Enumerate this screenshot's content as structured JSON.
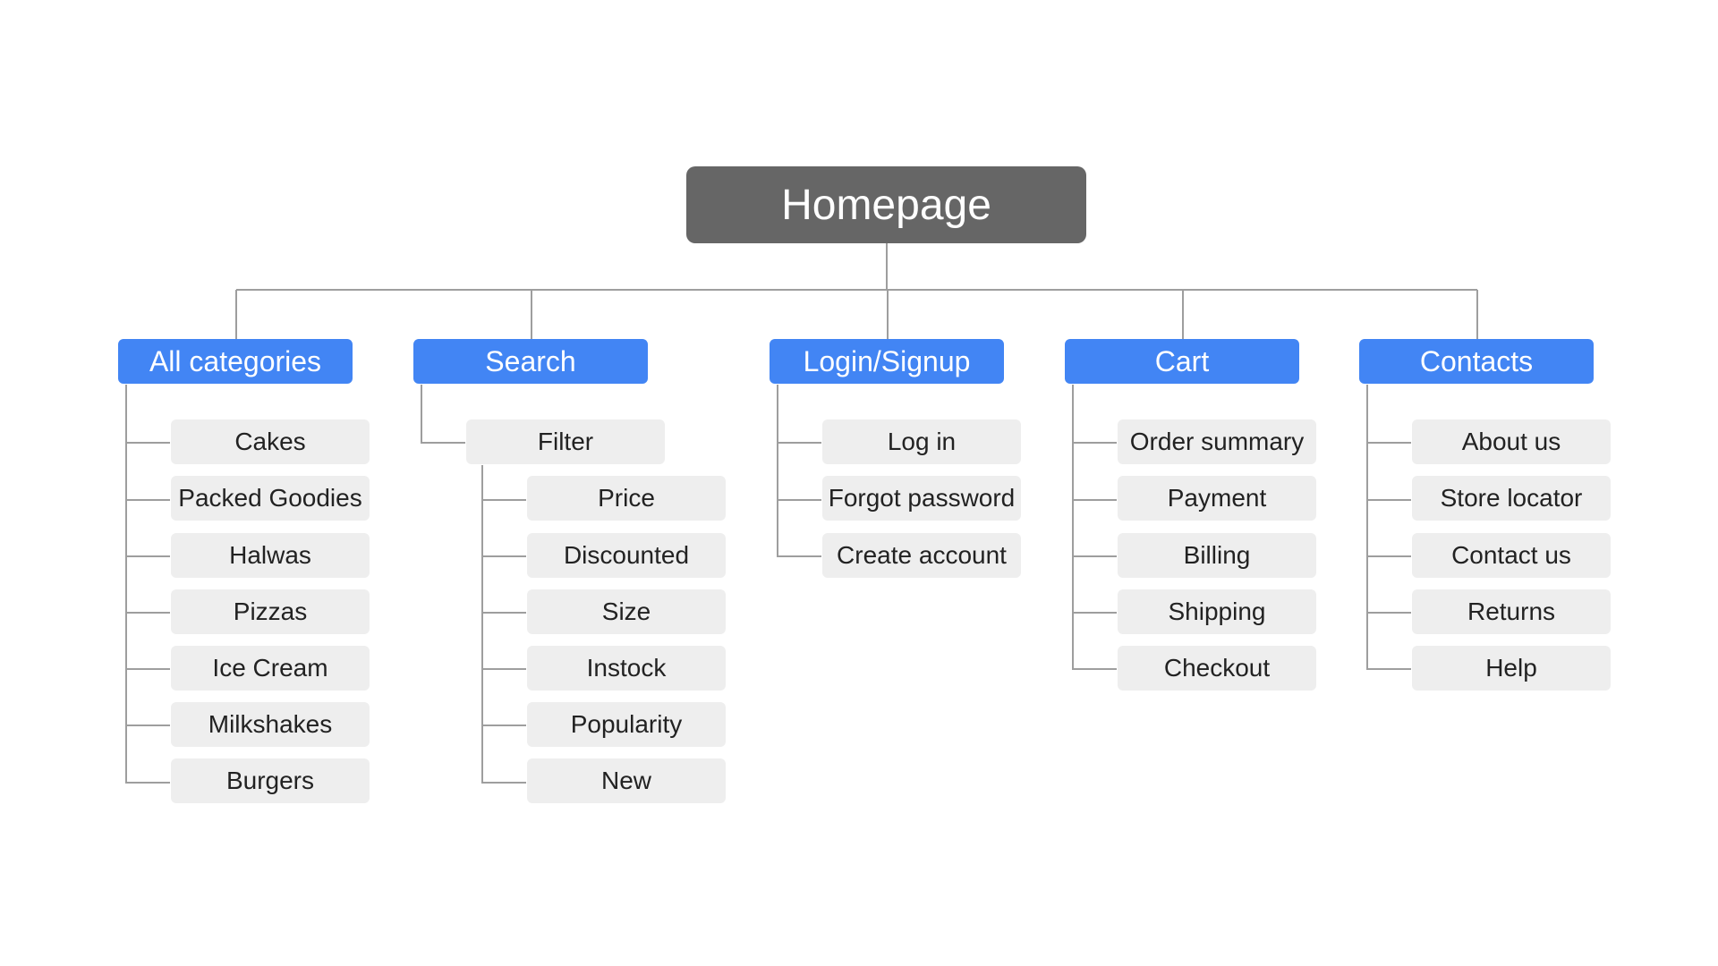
{
  "root": {
    "label": "Homepage"
  },
  "sections": [
    {
      "key": "all-categories",
      "label": "All categories",
      "items": [
        {
          "label": "Cakes"
        },
        {
          "label": "Packed Goodies"
        },
        {
          "label": "Halwas"
        },
        {
          "label": "Pizzas"
        },
        {
          "label": "Ice Cream"
        },
        {
          "label": "Milkshakes"
        },
        {
          "label": "Burgers"
        }
      ]
    },
    {
      "key": "search",
      "label": "Search",
      "items": [
        {
          "label": "Filter",
          "children": [
            {
              "label": "Price"
            },
            {
              "label": "Discounted"
            },
            {
              "label": "Size"
            },
            {
              "label": "Instock"
            },
            {
              "label": "Popularity"
            },
            {
              "label": "New"
            }
          ]
        }
      ]
    },
    {
      "key": "login-signup",
      "label": "Login/Signup",
      "items": [
        {
          "label": "Log in"
        },
        {
          "label": "Forgot password"
        },
        {
          "label": "Create account"
        }
      ]
    },
    {
      "key": "cart",
      "label": "Cart",
      "items": [
        {
          "label": "Order summary"
        },
        {
          "label": "Payment"
        },
        {
          "label": "Billing"
        },
        {
          "label": "Shipping"
        },
        {
          "label": "Checkout"
        }
      ]
    },
    {
      "key": "contacts",
      "label": "Contacts",
      "items": [
        {
          "label": "About us"
        },
        {
          "label": "Store locator"
        },
        {
          "label": "Contact us"
        },
        {
          "label": "Returns"
        },
        {
          "label": "Help"
        }
      ]
    }
  ],
  "colors": {
    "root": "#666666",
    "section": "#4285f4",
    "item": "#eeeeee",
    "connector": "#9e9e9e"
  }
}
